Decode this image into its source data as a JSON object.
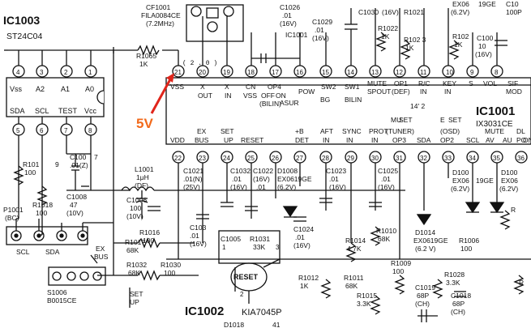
{
  "colors": {
    "line": "#111111",
    "arrow": "#e0251b",
    "annotation": "#f26a1b"
  },
  "icons": {
    "capacitor": "capacitor-symbol",
    "diode": "diode-symbol",
    "resistor": "resistor-symbol",
    "ground": "ground-symbol",
    "connector": "connector-pin-symbol"
  },
  "ic1003": {
    "name": "IC1003",
    "part": "ST24C04",
    "pins_top": [
      "Vss",
      "A2",
      "A1",
      "A0"
    ],
    "pins_top_num": [
      "4",
      "3",
      "2",
      "1"
    ],
    "pins_bot": [
      "SDA",
      "SCL",
      "TEST",
      "Vcc"
    ],
    "pins_bot_num": [
      "5",
      "6",
      "7",
      "8"
    ]
  },
  "ic1001": {
    "name": "IC1001",
    "part": "IX3031CE",
    "top_nums": [
      "21",
      "20",
      "19",
      "18",
      "17",
      "16",
      "15",
      "14",
      "13",
      "12",
      "11",
      "10",
      "9",
      "8"
    ],
    "top_labels_1": [
      "VSS",
      "X",
      "X",
      "CN",
      "OP4",
      "",
      "SW2",
      "SW1",
      "MUTE",
      "OP1",
      "R/C",
      "KEY",
      "S",
      "VOL",
      "SIF"
    ],
    "top_labels_2": [
      "",
      "OUT",
      "IN",
      "VSS",
      "OFF",
      "ON",
      "",
      "",
      "SPOUT",
      "(DEF)",
      "IN",
      "IN",
      "",
      "",
      "MOD"
    ],
    "bot_labels_1": [
      "VDD",
      "EX",
      "SET",
      "RESET",
      "+B",
      "AFT",
      "SYNC",
      "PROT",
      "MU",
      "E",
      "SCL",
      "MUTE",
      "DL"
    ],
    "bot_labels_2": [
      "",
      "BUS",
      "UP",
      "",
      "DET",
      "IN",
      "IN",
      "IN",
      "SET",
      "SET",
      "",
      "AV",
      "PO"
    ],
    "bot_nums": [
      "22",
      "23",
      "24",
      "25",
      "26",
      "27",
      "28",
      "29",
      "30",
      "31",
      "32",
      "33",
      "34",
      "35",
      "36"
    ],
    "misc": [
      "POW",
      "BG",
      "ASUR",
      "BILIN",
      "(BILIN)",
      "14' 2",
      "(TUNER)",
      "(OSD)",
      "OP3",
      "SDA",
      "OP2",
      "AU",
      "ON"
    ]
  },
  "ic1002": {
    "name": "IC1002",
    "part": "KIA7045P",
    "reset_label": "RESET",
    "pins": [
      "1",
      "2",
      "3"
    ]
  },
  "annotation": {
    "voltage": "5V",
    "pin_voltage": "( 2 . 0 )"
  },
  "top_parts": {
    "cf1001": "CF1001",
    "cf_part": "FILA0084CE",
    "cf_freq": "(7.2MHz)",
    "c1026": "C1026",
    "c1026_v": ".01",
    "c1026_r": "(16V)",
    "c1026_name": "IC1001",
    "c1029": "C1029",
    "c1029_v": ".01",
    "c1029_r": "(16V)",
    "c1030": "C1030",
    "c1030_r": "(16V)",
    "r1021": "R1021",
    "r1022": "R1022",
    "r1022_v": "1K",
    "r1023": "R102 3",
    "r1023_v": "1K",
    "r1026": "R102",
    "r1026_v": "1K",
    "ex06": "EX06",
    "ex06_v": "(6.2V)",
    "c1031": "C100",
    "c1031_v": "10",
    "c1031_r": "(16V)",
    "ge19": "19GE",
    "c1028": "C10",
    "c1028_v": "100P",
    "r1065": "R1065",
    "r1065_v": "1K"
  },
  "left_parts": {
    "r1018": "R1018",
    "r1018_v": "100",
    "r1019": "R101",
    "r1019_v": "100",
    "r1016": "R1016",
    "r1016_v": "100",
    "r1017": "R1017",
    "r1017_v": "68K",
    "r1030": "R1030",
    "r1030_v": "100",
    "r1032": "R1032",
    "r1032_v": "68K",
    "c1008": "C1008",
    "c1008_v": "47",
    "c1008_r": "(10V)",
    "c1007": "C100",
    "c1007_v": ".01(Z)",
    "c1007_n": "7",
    "p1001": "P1001",
    "p1001_n": "(BC)",
    "pin_labels": [
      "SCL",
      "SDA",
      "EX",
      "BUS"
    ],
    "s1006": "S1006",
    "s1006_part": "B0015CE",
    "set_up_1": "SET",
    "set_up_2": "UP",
    "n9": "9"
  },
  "mid_parts": {
    "l1001": "L1001",
    "l1001_v": "1μH",
    "l1001_n": "(DF)",
    "c1006": "C1006",
    "c1006_v": "100",
    "c1006_r": "(10V)",
    "c1021": "C1021",
    "c1021_v": ".01(N)",
    "c1021_r": "(25V)",
    "c1032": "C1032",
    "c1032_v": ".01",
    "c1032_r": "(16V)",
    "c1022": "C1022",
    "c1022_v": "(16V)",
    "c1022_v2": ".01",
    "d1008": "D1008",
    "d1008_part": "EX0619GE",
    "d1008_v": "(6.2V)",
    "c1023": "C1023",
    "c1023_v": ".01",
    "c1023_r": "(16V)",
    "c1024": "C1024",
    "c1024_v": ".01",
    "c1024_r": "(16V)",
    "c1025": "C1025",
    "c1025_v": ".01",
    "c1025_r": "(16V)",
    "c1003": "C103",
    "c1003_v": ".01",
    "c1003_r": "(16V)",
    "c1005": "C1005",
    "r1031": "R1031",
    "r1031_v": "33K"
  },
  "right_parts": {
    "r1014": "R1014",
    "r1014_v": "4.7K",
    "r1010": "R1010",
    "r1010_v": "68K",
    "r1012": "R1012",
    "r1012_v": "1K",
    "r1011": "R1011",
    "r1011_v": "68K",
    "r1015": "R1015",
    "r1015_v": "3.3K",
    "r1009": "R1009",
    "r1009_v": "100",
    "d1014": "D1014",
    "d1014_part": "EX0619GE",
    "d1014_v": "(6.2 V)",
    "r1006": "R1006",
    "r1006_v": "100",
    "d1002": "D100",
    "d1002_part": "EX06",
    "d1002_v": "(6.2V)",
    "ge": "19GE",
    "d1003": "D100",
    "d1003_part": "EX06",
    "d1003_v": "(6.2V)",
    "r1028": "R1028",
    "r1028_v": "3.3K",
    "c1019": "C1019",
    "c1019_v": "68P",
    "c1019_n": "(CH)",
    "c1018": "C1018",
    "c1018_v": "68P",
    "c1018_n": "(CH)",
    "d1018": "D1018",
    "r1": "R",
    "r_edge": "R",
    "bottom_mark": "41"
  }
}
